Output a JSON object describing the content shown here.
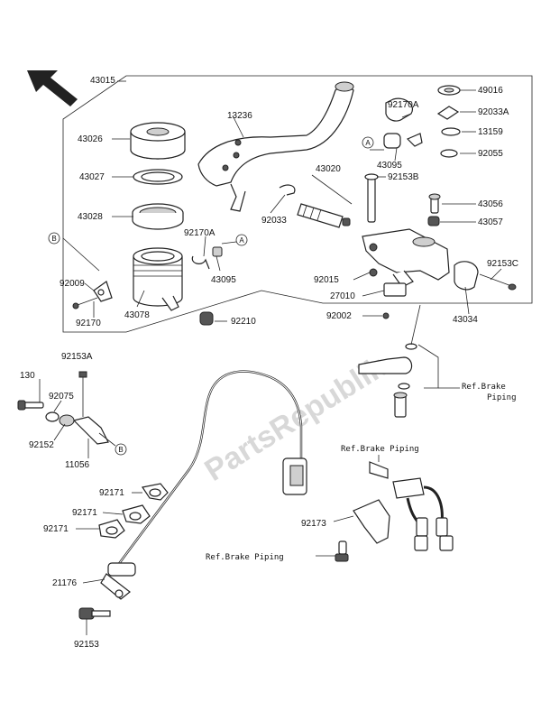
{
  "parts": {
    "p43015": "43015",
    "p43026": "43026",
    "p43027": "43027",
    "p43028": "43028",
    "p92170A_1": "92170A",
    "p43095_1": "43095",
    "p43078": "43078",
    "p92009": "92009",
    "p92170": "92170",
    "p92210": "92210",
    "p13236": "13236",
    "p43020": "43020",
    "p92033": "92033",
    "p92170A_2": "92170A",
    "p43095_2": "43095",
    "p92153B": "92153B",
    "p49016": "49016",
    "p92033A": "92033A",
    "p13159": "13159",
    "p92055": "92055",
    "p43056": "43056",
    "p43057": "43057",
    "p92153C": "92153C",
    "p92015": "92015",
    "p27010": "27010",
    "p92002": "92002",
    "p43034": "43034",
    "p92153A": "92153A",
    "p130": "130",
    "p92075": "92075",
    "p92152": "92152",
    "p11056": "11056",
    "p92171_1": "92171",
    "p92171_2": "92171",
    "p92171_3": "92171",
    "p92173": "92173",
    "p21176": "21176",
    "p92153": "92153"
  },
  "refs": {
    "brake_piping_right_1": "Ref.Brake",
    "brake_piping_right_2": "Piping",
    "brake_piping_top": "Ref.Brake Piping",
    "brake_piping_bottom": "Ref.Brake Piping"
  },
  "markers": {
    "a_upper": "A",
    "a_lower": "A",
    "b_upper": "B",
    "b_lower": "B"
  },
  "watermark": "PartsRepublik"
}
